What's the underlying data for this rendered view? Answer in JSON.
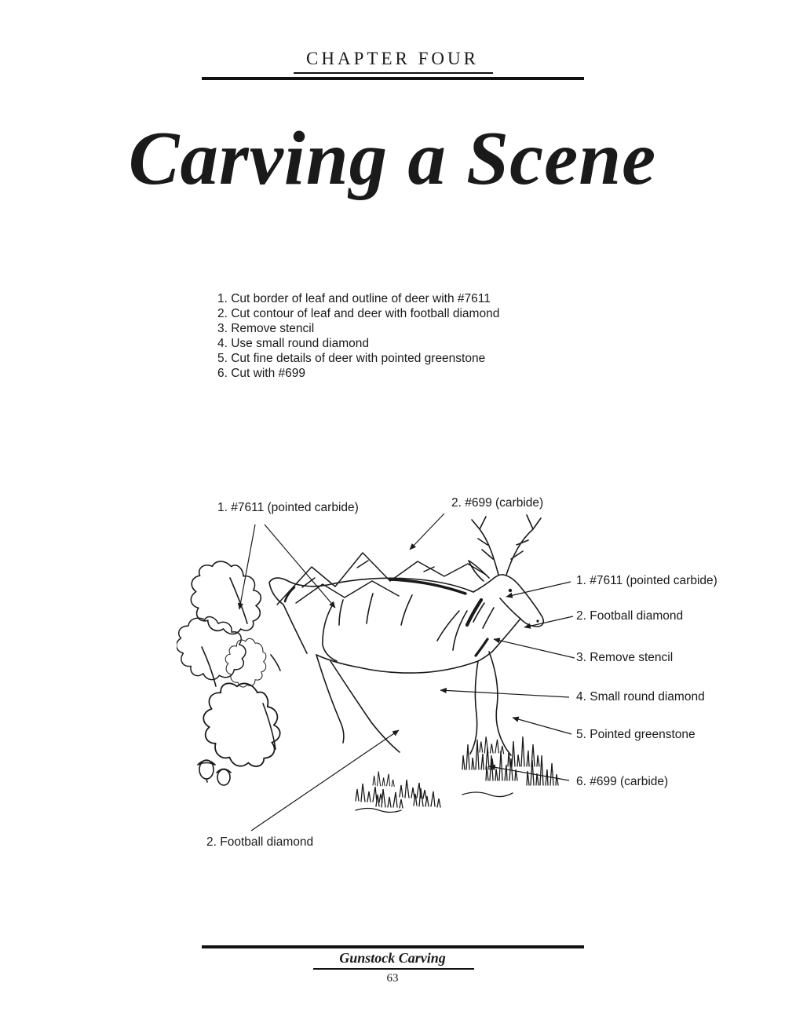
{
  "header": {
    "chapter_heading": "CHAPTER FOUR"
  },
  "title": "Carving a Scene",
  "steps": [
    "1. Cut border of leaf and outline of deer with #7611",
    "2. Cut contour of leaf and deer with football diamond",
    "3. Remove stencil",
    "4. Use small round diamond",
    "5. Cut fine details of deer with pointed greenstone",
    "6. Cut with #699"
  ],
  "figure": {
    "callouts": {
      "top_left": "1. #7611 (pointed carbide)",
      "top_right": "2. #699 (carbide)",
      "right": [
        "1. #7611 (pointed carbide)",
        "2. Football diamond",
        "3. Remove stencil",
        "4. Small round diamond",
        "5. Pointed greenstone",
        "6. #699 (carbide)"
      ],
      "bottom_left": "2. Football diamond"
    }
  },
  "footer": {
    "book_title": "Gunstock Carving",
    "page_number": "63"
  },
  "colors": {
    "ink": "#1a1a1a",
    "paper": "#ffffff"
  }
}
